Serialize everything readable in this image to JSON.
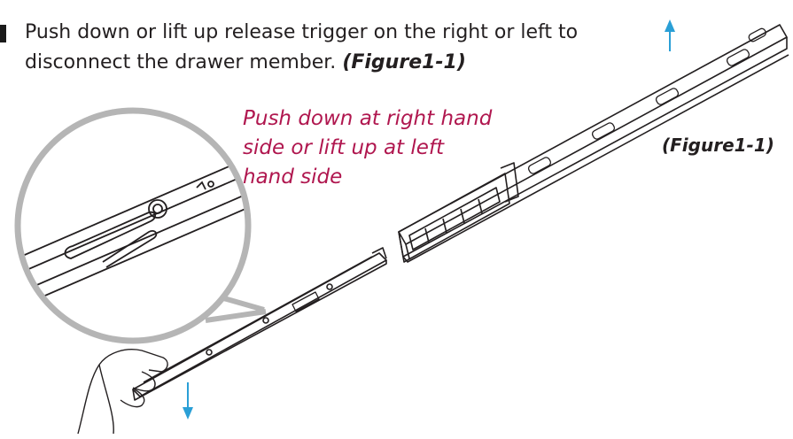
{
  "instruction": {
    "text": "Push down or lift up release trigger on the right or left to disconnect the drawer member.",
    "figure_ref": "(Figure1-1)"
  },
  "callout": {
    "line1": "Push down at right hand",
    "line2": "side or lift up at left",
    "line3": "hand side"
  },
  "figure_label": "(Figure1-1)",
  "colors": {
    "text": "#231f20",
    "callout": "#b0174f",
    "arrow": "#2a9fd6",
    "magnifier_ring": "#b5b5b5"
  }
}
